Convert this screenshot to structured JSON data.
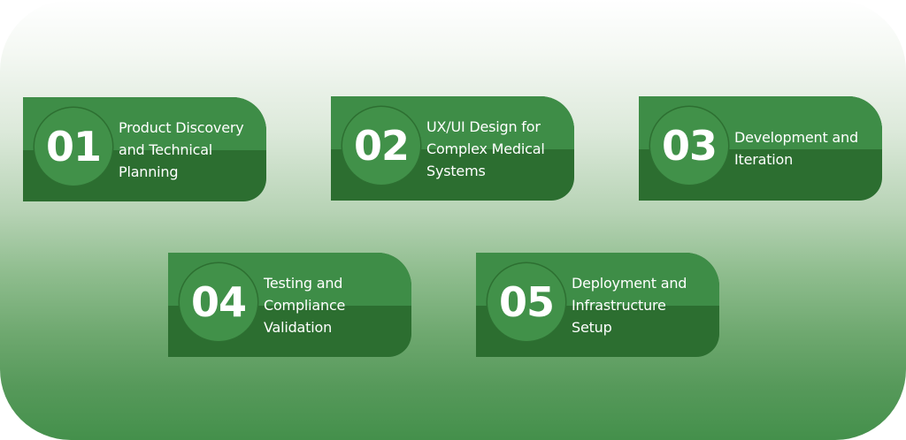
{
  "diagram": {
    "colors": {
      "card_top": "#3e8d47",
      "card_bottom": "#2c6e30",
      "circle": "#419149",
      "circle_border": "#2d6f31",
      "background_top": "#ffffff",
      "background_bottom": "#44904b",
      "text": "#ffffff"
    },
    "steps": [
      {
        "number": "01",
        "lines": [
          "Product Discovery",
          "and Technical",
          "Planning"
        ]
      },
      {
        "number": "02",
        "lines": [
          "UX/UI Design for",
          "Complex Medical",
          "Systems"
        ]
      },
      {
        "number": "03",
        "lines": [
          "Development and",
          "Iteration"
        ]
      },
      {
        "number": "04",
        "lines": [
          "Testing and",
          "Compliance",
          "Validation"
        ]
      },
      {
        "number": "05",
        "lines": [
          "Deployment and",
          "Infrastructure",
          "Setup"
        ]
      }
    ]
  }
}
